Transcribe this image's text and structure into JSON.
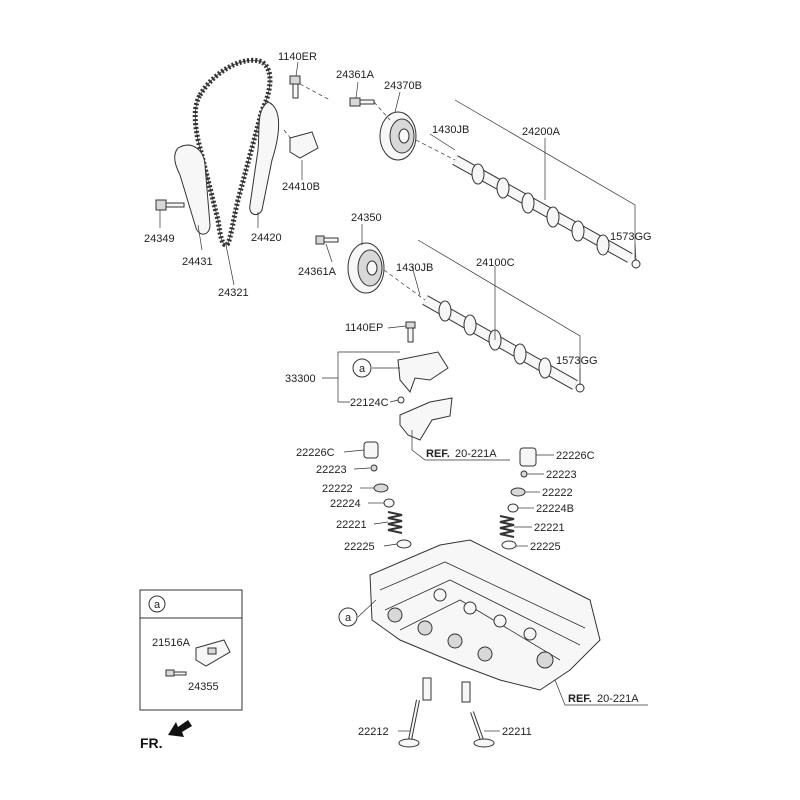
{
  "callouts": {
    "p1140ER": "1140ER",
    "p24361A_top": "24361A",
    "p24370B": "24370B",
    "p1430JB_top": "1430JB",
    "p24200A": "24200A",
    "p24410B": "24410B",
    "p24349": "24349",
    "p24431": "24431",
    "p24420": "24420",
    "p24321": "24321",
    "p1573GG_top": "1573GG",
    "p24350": "24350",
    "p24361A_mid": "24361A",
    "p1430JB_mid": "1430JB",
    "p24100C": "24100C",
    "p1140EP": "1140EP",
    "p1573GG_mid": "1573GG",
    "p33300": "33300",
    "p22124C": "22124C",
    "p22226C_left": "22226C",
    "p22223_left": "22223",
    "p22222_left": "22222",
    "p22224": "22224",
    "p22221_left": "22221",
    "p22225_left": "22225",
    "p22226C_right": "22226C",
    "p22223_right": "22223",
    "p22222_right": "22222",
    "p22224B": "22224B",
    "p22221_right": "22221",
    "p22225_right": "22225",
    "p22212": "22212",
    "p22211": "22211",
    "p21516A": "21516A",
    "p24355": "24355"
  },
  "refs": {
    "ref_upper_bold": "REF.",
    "ref_upper_num": "20-221A",
    "ref_lower_bold": "REF.",
    "ref_lower_num": "20-221A"
  },
  "markers": {
    "circle_a_main": "a",
    "circle_a_head": "a",
    "inset_header": "a"
  },
  "direction": {
    "label": "FR."
  }
}
